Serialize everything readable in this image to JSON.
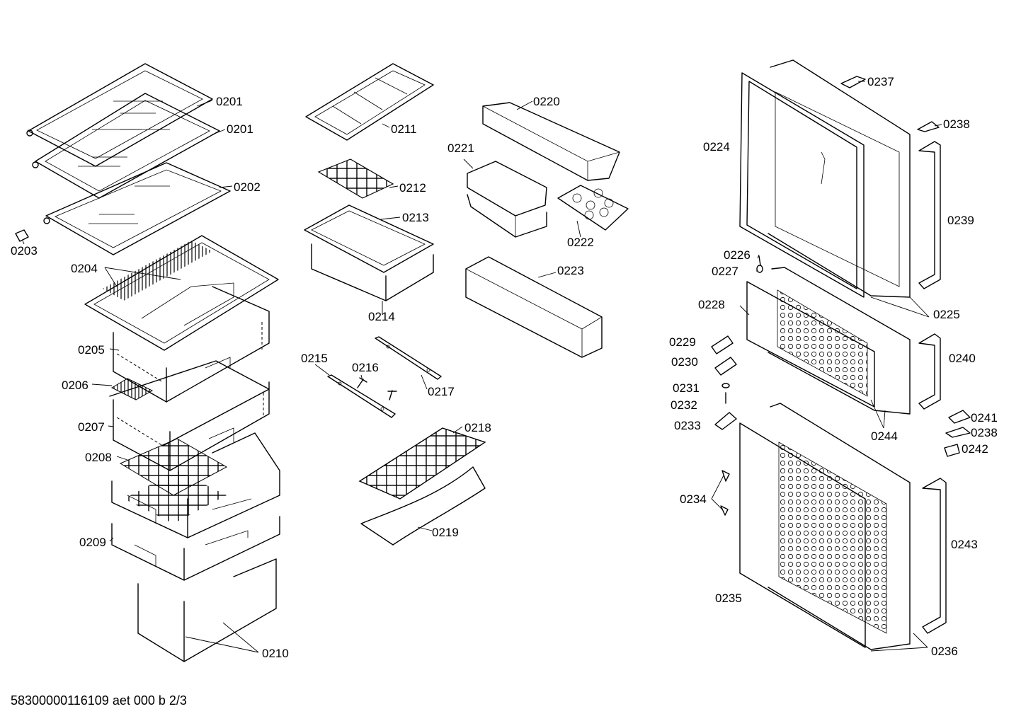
{
  "labels": {
    "p0201a": "0201",
    "p0201b": "0201",
    "p0202": "0202",
    "p0203": "0203",
    "p0204": "0204",
    "p0205": "0205",
    "p0206": "0206",
    "p0207": "0207",
    "p0208": "0208",
    "p0209": "0209",
    "p0210": "0210",
    "p0211": "0211",
    "p0212": "0212",
    "p0213": "0213",
    "p0214": "0214",
    "p0215": "0215",
    "p0216": "0216",
    "p0217": "0217",
    "p0218": "0218",
    "p0219": "0219",
    "p0220": "0220",
    "p0221": "0221",
    "p0222": "0222",
    "p0223": "0223",
    "p0224": "0224",
    "p0225": "0225",
    "p0226": "0226",
    "p0227": "0227",
    "p0228": "0228",
    "p0229": "0229",
    "p0230": "0230",
    "p0231": "0231",
    "p0232": "0232",
    "p0233": "0233",
    "p0234": "0234",
    "p0235": "0235",
    "p0236": "0236",
    "p0237": "0237",
    "p0238a": "0238",
    "p0238b": "0238",
    "p0239": "0239",
    "p0240": "0240",
    "p0241": "0241",
    "p0242": "0242",
    "p0243": "0243",
    "p0244": "0244"
  },
  "footer": "58300000116109 aet 000 b 2/3"
}
